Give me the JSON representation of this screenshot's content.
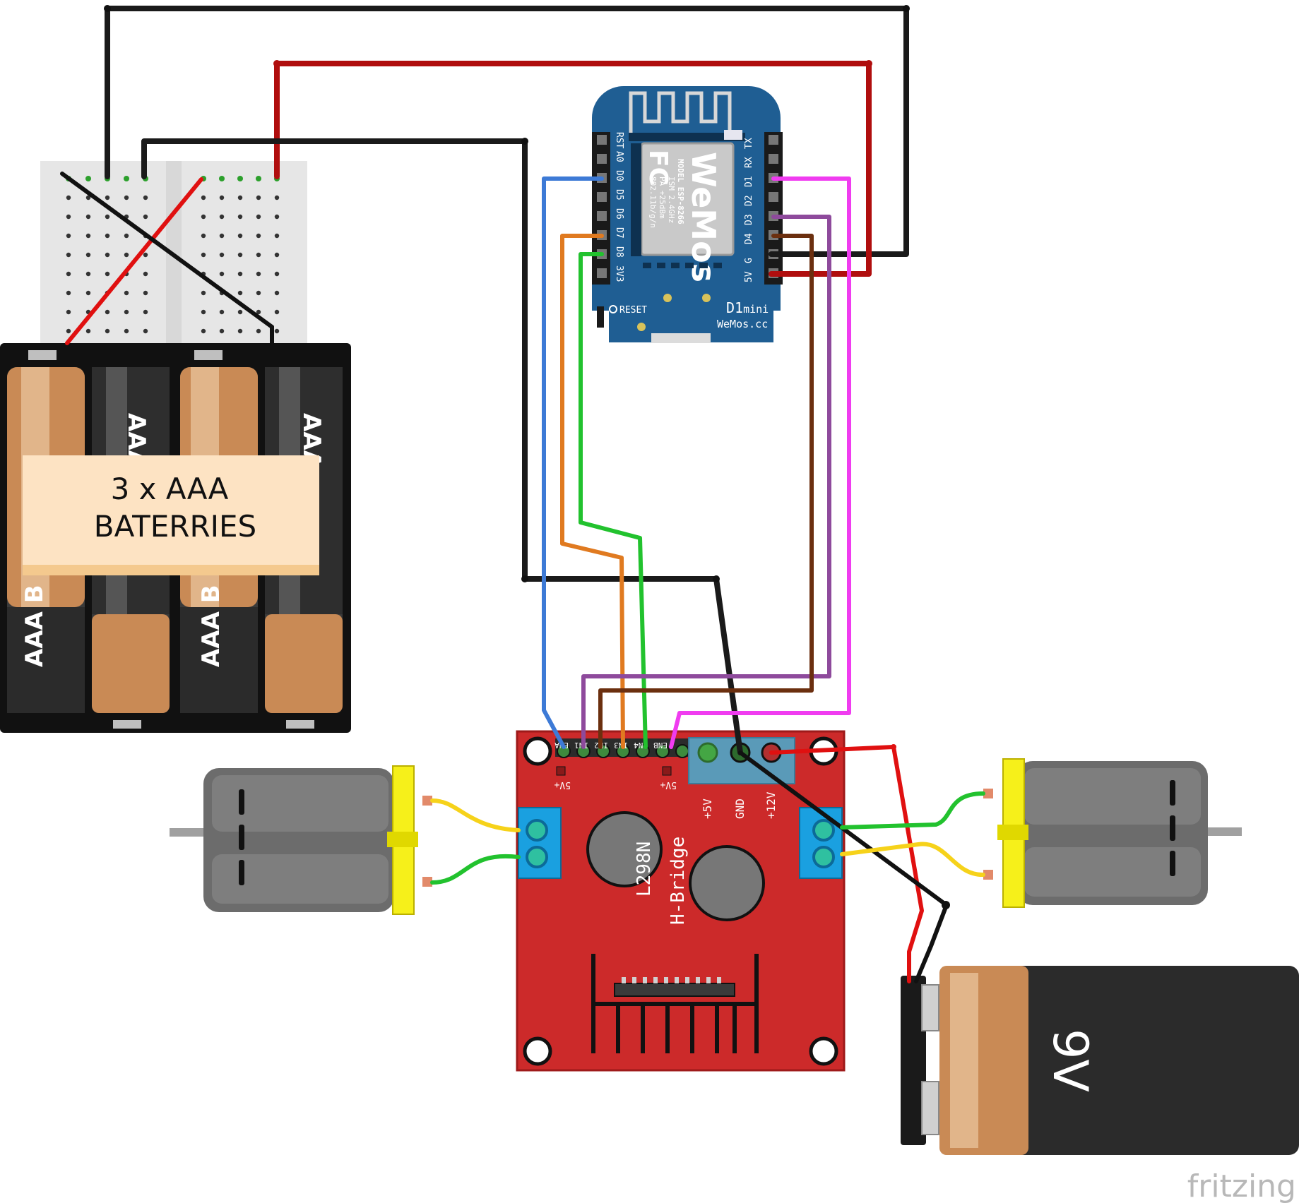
{
  "battery_pack": {
    "label_line1": "3 x AAA",
    "label_line2": "BATERRIES",
    "cell_text": "AAA",
    "cell_side_text": "AAA B"
  },
  "wemos": {
    "model_line1": "MODEL ESP-8266",
    "model_line2": "ISM 2.4GHz",
    "model_line3": "PA +25dBm",
    "model_line4": "802.11b/g/n",
    "logo": "WeMos",
    "fc": "FC",
    "board_name": "D1",
    "board_suffix": "mini",
    "site": "WeMos.cc",
    "reset_label": "RESET",
    "left_pins": [
      "RST",
      "A0",
      "D0",
      "D5",
      "D6",
      "D7",
      "D8",
      "3V3"
    ],
    "right_pins": [
      "TX",
      "RX",
      "D1",
      "D2",
      "D3",
      "D4",
      "G",
      "5V"
    ]
  },
  "hbridge": {
    "chip_line1": "L298N",
    "chip_line2": "H-Bridge",
    "header_pins": [
      "ENA",
      "IN1",
      "IN2",
      "IN3",
      "IN4",
      "ENB"
    ],
    "jumper_label": "5V+",
    "power_labels": [
      "+5V",
      "GND",
      "+12V"
    ]
  },
  "battery_9v": {
    "label": "9V"
  },
  "watermark": "fritzing",
  "colors": {
    "wire_black": "#1a1a1a",
    "wire_red": "#d01818",
    "wire_blue": "#3d7ad6",
    "wire_orange": "#e07a20",
    "wire_green": "#22c22e",
    "wire_purple": "#8e4a9c",
    "wire_brown": "#6b2f0f",
    "wire_magenta": "#f03cf0",
    "wire_yellow": "#f6d21a",
    "board_blue": "#1f5e93",
    "board_red": "#cc2a2a"
  }
}
